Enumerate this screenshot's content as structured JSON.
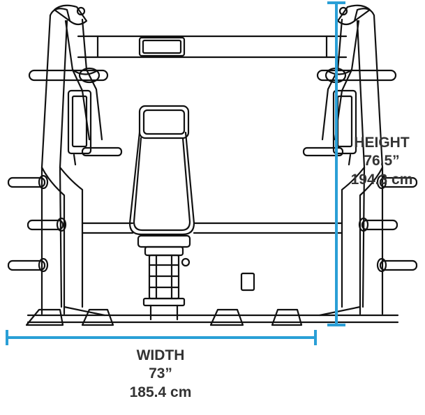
{
  "dimensions": {
    "height": {
      "label": "HEIGHT",
      "imperial": "76.5”",
      "metric": "194.3 cm"
    },
    "width": {
      "label": "WIDTH",
      "imperial": "73”",
      "metric": "185.4 cm"
    }
  },
  "colors": {
    "dimension_line": "#2a9fd6",
    "dimension_text": "#333333",
    "machine_outline": "#111111"
  }
}
